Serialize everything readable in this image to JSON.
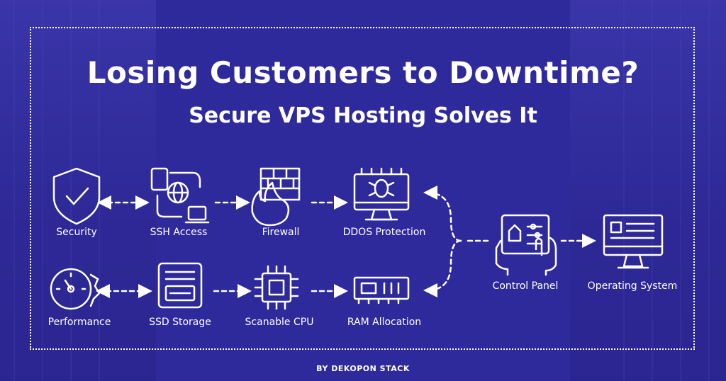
{
  "title": "Losing Customers to Downtime?",
  "subtitle": "Secure VPS Hosting Solves It",
  "byline": "BY DEKOPON STACK",
  "colors": {
    "background": "#2f2a9c",
    "foreground": "#ffffff"
  },
  "nodes": [
    {
      "id": "security",
      "label": "Security",
      "icon": "shield-check-icon"
    },
    {
      "id": "ssh",
      "label": "SSH Access",
      "icon": "ssh-devices-icon"
    },
    {
      "id": "firewall",
      "label": "Firewall",
      "icon": "firewall-icon"
    },
    {
      "id": "ddos",
      "label": "DDOS Protection",
      "icon": "bug-monitor-icon"
    },
    {
      "id": "performance",
      "label": "Performance",
      "icon": "gauge-icon"
    },
    {
      "id": "ssd",
      "label": "SSD Storage",
      "icon": "ssd-icon"
    },
    {
      "id": "cpu",
      "label": "Scanable CPU",
      "icon": "cpu-chip-icon"
    },
    {
      "id": "ram",
      "label": "RAM Allocation",
      "icon": "ram-stick-icon"
    },
    {
      "id": "control",
      "label": "Control Panel",
      "icon": "tablet-hands-icon"
    },
    {
      "id": "os",
      "label": "Operating System",
      "icon": "monitor-window-icon"
    }
  ]
}
